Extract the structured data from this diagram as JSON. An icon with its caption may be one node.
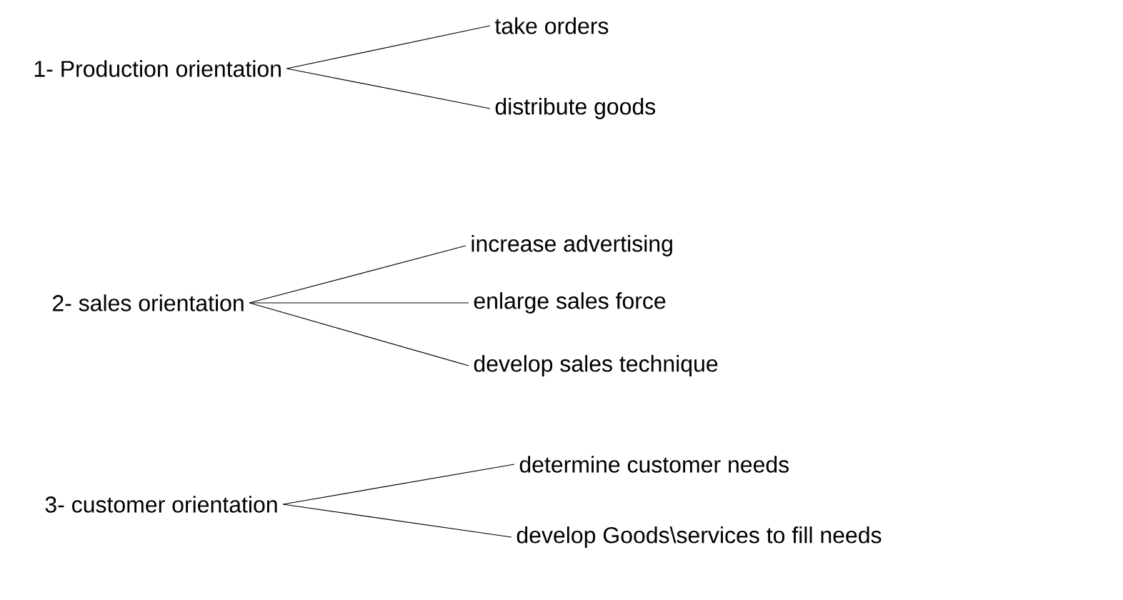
{
  "diagram": {
    "nodes": [
      {
        "text": [
          "1- Production orientation"
        ]
      },
      {
        "text": [
          "take orders"
        ]
      },
      {
        "text": [
          "distribute goods"
        ]
      },
      {
        "text": [
          "2- sales orientation"
        ]
      },
      {
        "text": [
          "increase advertising"
        ]
      },
      {
        "text": [
          "enlarge sales force"
        ]
      },
      {
        "text": [
          "develop sales technique"
        ]
      },
      {
        "text": [
          "3- customer orientation"
        ]
      },
      {
        "text": [
          "determine customer needs"
        ]
      },
      {
        "text": [
          "develop Goods\\services to fill needs"
        ]
      }
    ],
    "edges": [
      {
        "from": 0,
        "to": 1,
        "arrow": "none"
      },
      {
        "from": 0,
        "to": 2,
        "arrow": "none"
      },
      {
        "from": 3,
        "to": 4,
        "arrow": "none"
      },
      {
        "from": 3,
        "to": 5,
        "arrow": "none"
      },
      {
        "from": 3,
        "to": 6,
        "arrow": "none"
      },
      {
        "from": 7,
        "to": 8,
        "arrow": "none"
      },
      {
        "from": 7,
        "to": 9,
        "arrow": "none"
      }
    ]
  }
}
